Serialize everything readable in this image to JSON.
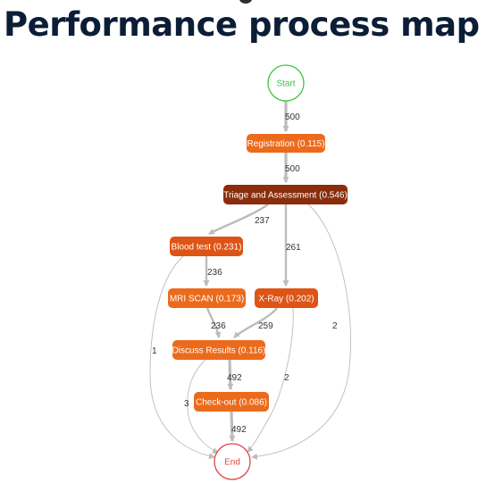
{
  "page": {
    "title": "Performance process map"
  },
  "diagram": {
    "type": "process-map",
    "colors": {
      "start": "#3cc83c",
      "end": "#e04545",
      "activity_light": "#ec6a1c",
      "activity_mid": "#de5414",
      "activity_dark": "#8a2d0c",
      "edge": "#bcbcbc"
    },
    "nodes": [
      {
        "id": "start",
        "label": "Start",
        "kind": "start"
      },
      {
        "id": "registration",
        "label": "Registration (0.115)",
        "kind": "activity",
        "value": 0.115
      },
      {
        "id": "triage",
        "label": "Triage and Assessment (0.546)",
        "kind": "activity",
        "value": 0.546
      },
      {
        "id": "blood",
        "label": "Blood test (0.231)",
        "kind": "activity",
        "value": 0.231
      },
      {
        "id": "xray",
        "label": "X-Ray (0.202)",
        "kind": "activity",
        "value": 0.202
      },
      {
        "id": "mri",
        "label": "MRI SCAN (0.173)",
        "kind": "activity",
        "value": 0.173
      },
      {
        "id": "discuss",
        "label": "Discuss Results (0.116)",
        "kind": "activity",
        "value": 0.116
      },
      {
        "id": "checkout",
        "label": "Check-out (0.086)",
        "kind": "activity",
        "value": 0.086
      },
      {
        "id": "end",
        "label": "End",
        "kind": "end"
      }
    ],
    "edges": [
      {
        "from": "start",
        "to": "registration",
        "label": "500"
      },
      {
        "from": "registration",
        "to": "triage",
        "label": "500"
      },
      {
        "from": "triage",
        "to": "blood",
        "label": "237"
      },
      {
        "from": "triage",
        "to": "xray",
        "label": "261"
      },
      {
        "from": "triage",
        "to": "end",
        "label": "2"
      },
      {
        "from": "blood",
        "to": "mri",
        "label": "236"
      },
      {
        "from": "blood",
        "to": "end",
        "label": "1"
      },
      {
        "from": "mri",
        "to": "discuss",
        "label": "236"
      },
      {
        "from": "xray",
        "to": "discuss",
        "label": "259"
      },
      {
        "from": "xray",
        "to": "end",
        "label": "2"
      },
      {
        "from": "discuss",
        "to": "checkout",
        "label": "492"
      },
      {
        "from": "discuss",
        "to": "end",
        "label": "3"
      },
      {
        "from": "checkout",
        "to": "end",
        "label": "492"
      }
    ]
  }
}
